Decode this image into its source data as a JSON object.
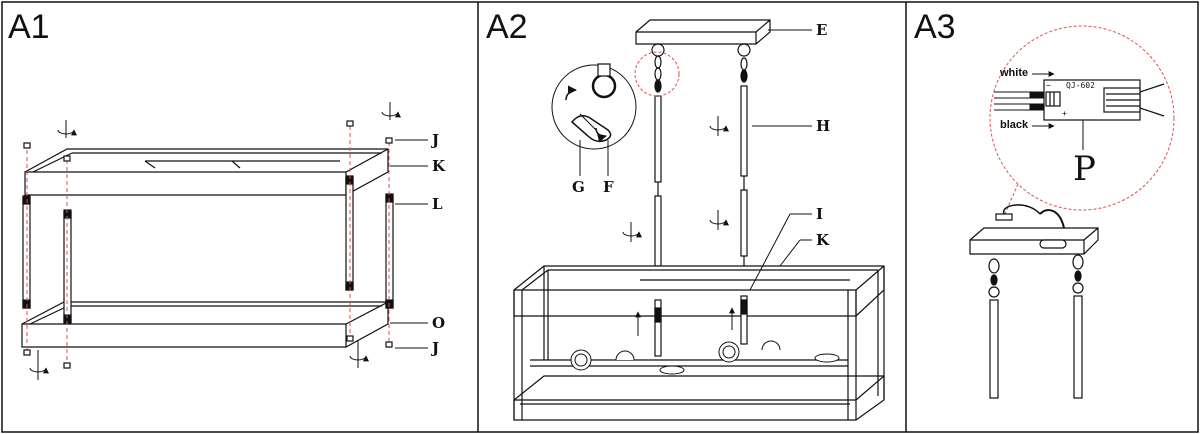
{
  "panels": [
    {
      "title": "A1"
    },
    {
      "title": "A2"
    },
    {
      "title": "A3"
    }
  ],
  "a1": {
    "labels": {
      "j_top": "J",
      "k": "K",
      "l": "L",
      "o": "O",
      "j_bottom": "J"
    }
  },
  "a2": {
    "labels": {
      "e": "E",
      "h": "H",
      "g": "G",
      "f": "F",
      "i": "I",
      "k": "K"
    }
  },
  "a3": {
    "wire_white": "white",
    "wire_black": "black",
    "connector_code": "QJ-602",
    "minus_sign": "−",
    "plus_sign": "+",
    "part_p": "P"
  },
  "colors": {
    "line": "#111111",
    "callout": "#d9534f",
    "dark_joint": "#111111"
  }
}
